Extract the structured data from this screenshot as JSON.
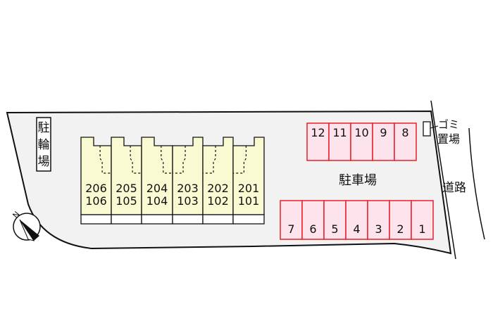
{
  "labels": {
    "bicycle_parking": [
      "駐",
      "輪",
      "場"
    ],
    "parking": "駐車場",
    "garbage": [
      "ゴミ",
      "置場"
    ],
    "road": "道路",
    "north": "N"
  },
  "units": [
    {
      "upper": "206",
      "lower": "106"
    },
    {
      "upper": "205",
      "lower": "105"
    },
    {
      "upper": "204",
      "lower": "104"
    },
    {
      "upper": "203",
      "lower": "103"
    },
    {
      "upper": "202",
      "lower": "102"
    },
    {
      "upper": "201",
      "lower": "101"
    }
  ],
  "parking_top": [
    "12",
    "11",
    "10",
    "9",
    "8"
  ],
  "parking_bottom": [
    "7",
    "6",
    "5",
    "4",
    "3",
    "2",
    "1"
  ],
  "colors": {
    "lot": "#f2f2f2",
    "unit": "#fafad2",
    "stall_fill": "#fde4ec",
    "stall_border": "#e8202a"
  }
}
